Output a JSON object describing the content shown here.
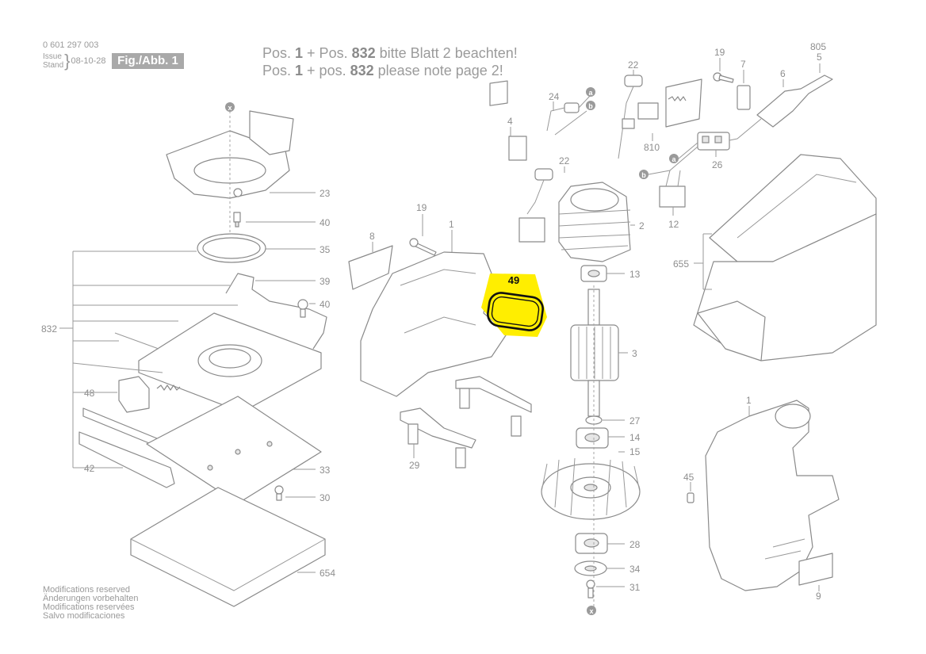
{
  "header": {
    "doc_number": "0 601 297 003",
    "issue_label": "Issue",
    "stand_label": "Stand",
    "issue_date": "08-10-28",
    "figure_label": "Fig./Abb. 1"
  },
  "notes": {
    "german": {
      "pre": "Pos. ",
      "pos1": "1",
      "mid": " + Pos. ",
      "pos2": "832",
      "post": " bitte Blatt 2 beachten!"
    },
    "english": {
      "pre": "Pos. ",
      "pos1": "1",
      "mid": " + pos. ",
      "pos2": "832",
      "post": " please note page 2!"
    }
  },
  "footer": {
    "lines": [
      "Modifications reserved",
      "Änderungen vorbehalten",
      "Modifications reservées",
      "Salvo modificaciones"
    ]
  },
  "highlight": {
    "label": "49",
    "color": "#ffee00"
  },
  "part_labels": {
    "l23": "23",
    "l40a": "40",
    "l35": "35",
    "l39": "39",
    "l40b": "40",
    "l832": "832",
    "l48": "48",
    "l42": "42",
    "l33": "33",
    "l30": "30",
    "l654": "654",
    "l19a": "19",
    "l8": "8",
    "l1a": "1",
    "l29": "29",
    "l4": "4",
    "l24": "24",
    "l22a": "22",
    "l22b": "22",
    "l810": "810",
    "la1": "a",
    "lb1": "b",
    "la2": "a",
    "lb2": "b",
    "l2": "2",
    "l13": "13",
    "l3": "3",
    "l27": "27",
    "l14": "14",
    "l15": "15",
    "l28": "28",
    "l34": "34",
    "l31": "31",
    "l19b": "19",
    "l7": "7",
    "l805": "805",
    "l5": "5",
    "l6": "6",
    "l26": "26",
    "l12": "12",
    "l655": "655",
    "l1b": "1",
    "l45": "45",
    "l9": "9",
    "x1": "x",
    "x2": "x"
  }
}
